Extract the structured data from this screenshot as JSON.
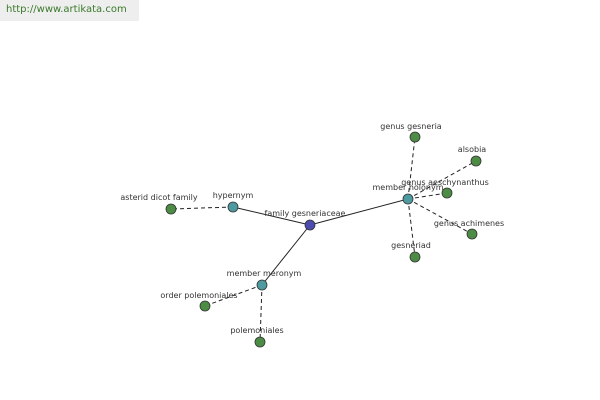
{
  "header": {
    "url": "http://www.artikata.com"
  },
  "colors": {
    "center": "#4b4bb0",
    "relation": "#4d9aa0",
    "leaf": "#4c8c44"
  },
  "graph": {
    "nodes": [
      {
        "id": "center",
        "label": "family gesneriaceae",
        "kind": "center"
      },
      {
        "id": "hypernym",
        "label": "hypernym",
        "kind": "relation"
      },
      {
        "id": "member-holonym",
        "label": "member holonym",
        "kind": "relation"
      },
      {
        "id": "member-meronym",
        "label": "member meronym",
        "kind": "relation"
      },
      {
        "id": "asterid-dicot-family",
        "label": "asterid dicot family",
        "kind": "leaf"
      },
      {
        "id": "genus-gesneria",
        "label": "genus gesneria",
        "kind": "leaf"
      },
      {
        "id": "alsobia",
        "label": "alsobia",
        "kind": "leaf"
      },
      {
        "id": "genus-aeschynanthus",
        "label": "genus aeschynanthus",
        "kind": "leaf"
      },
      {
        "id": "genus-achimenes",
        "label": "genus achimenes",
        "kind": "leaf"
      },
      {
        "id": "gesneriad",
        "label": "gesneriad",
        "kind": "leaf"
      },
      {
        "id": "order-polemoniales",
        "label": "order polemoniales",
        "kind": "leaf"
      },
      {
        "id": "polemoniales",
        "label": "polemoniales",
        "kind": "leaf"
      }
    ],
    "edges": [
      {
        "from": "center",
        "to": "hypernym",
        "style": "solid"
      },
      {
        "from": "center",
        "to": "member-holonym",
        "style": "solid"
      },
      {
        "from": "center",
        "to": "member-meronym",
        "style": "solid"
      },
      {
        "from": "hypernym",
        "to": "asterid-dicot-family",
        "style": "dashed"
      },
      {
        "from": "member-holonym",
        "to": "genus-gesneria",
        "style": "dashed"
      },
      {
        "from": "member-holonym",
        "to": "alsobia",
        "style": "dashed"
      },
      {
        "from": "member-holonym",
        "to": "genus-aeschynanthus",
        "style": "dashed"
      },
      {
        "from": "member-holonym",
        "to": "genus-achimenes",
        "style": "dashed"
      },
      {
        "from": "member-holonym",
        "to": "gesneriad",
        "style": "dashed"
      },
      {
        "from": "member-meronym",
        "to": "order-polemoniales",
        "style": "dashed"
      },
      {
        "from": "member-meronym",
        "to": "polemoniales",
        "style": "dashed"
      }
    ]
  }
}
